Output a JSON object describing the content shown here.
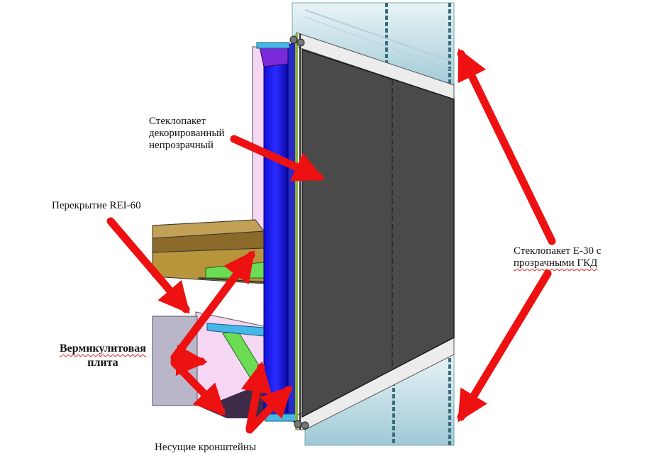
{
  "labels": {
    "glass_opaque": [
      "Стеклопакет",
      "декорированный",
      "непрозрачный"
    ],
    "slab": "Перекрытие  REI-60",
    "glass_e30": [
      "Стеклопакет Е-30 с",
      "прозрачными ГКД"
    ],
    "vermiculite": [
      "Вермикулитовая",
      "плита"
    ],
    "brackets": "Несущие кронштейны"
  },
  "colors": {
    "arrow": "#ee1111",
    "glass_panel": "#4a4a4a",
    "mullion": "#1a1aff",
    "slab": "#8b6a2a",
    "bracket": "#6ddc55",
    "transparent_glass": "#cfe9ee",
    "board": "#b9b6c9",
    "pink_board": "#f5d6f3"
  }
}
